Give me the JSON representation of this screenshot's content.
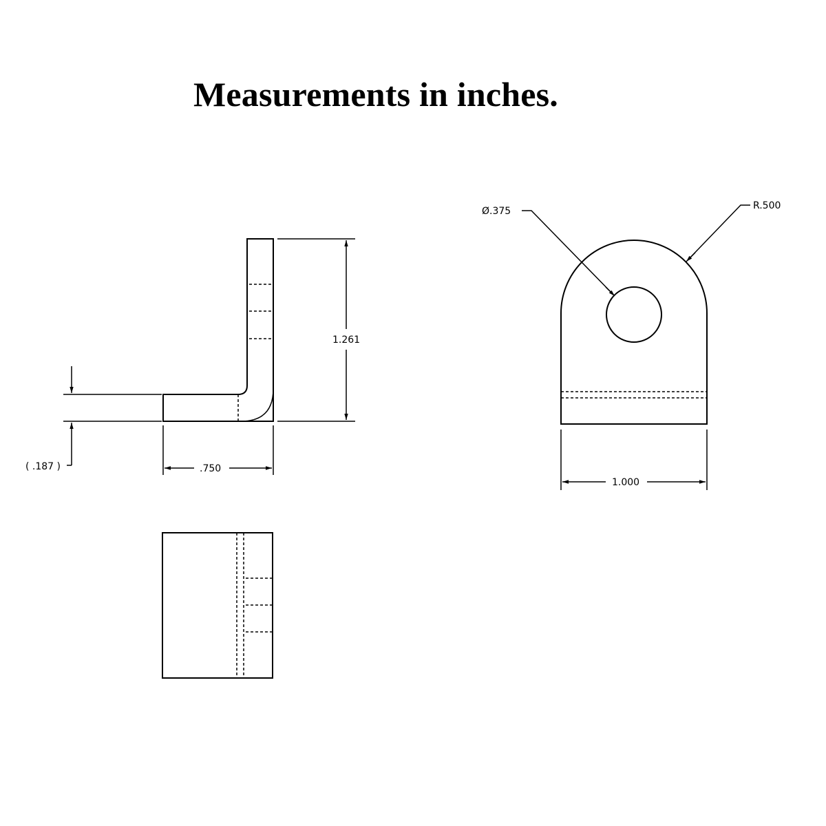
{
  "title": "Measurements in inches.",
  "dimensions": {
    "thickness": "( .187 )",
    "length": ".750",
    "height": "1.261",
    "hole_diameter": "Ø.375",
    "radius": "R.500",
    "width": "1.000"
  },
  "colors": {
    "line": "#000000",
    "background": "#ffffff"
  }
}
